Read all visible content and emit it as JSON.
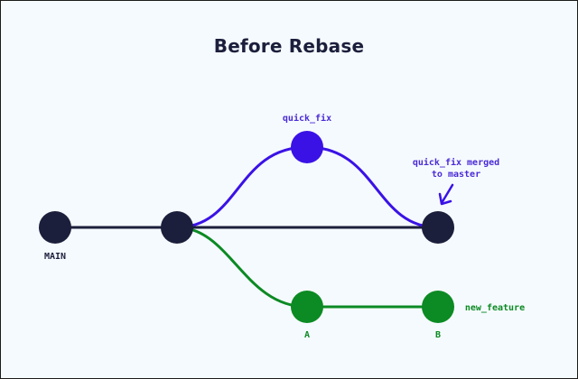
{
  "title": "Before Rebase",
  "labels": {
    "main": "MAIN",
    "quick_fix": "quick_fix",
    "merged_line1": "quick_fix merged",
    "merged_line2": "to master",
    "new_feature": "new_feature",
    "commit_a": "A",
    "commit_b": "B"
  },
  "colors": {
    "main": "#1c1f3b",
    "quick_fix": "#3a12e6",
    "quick_fix_label": "#4a2bd6",
    "new_feature": "#0c8a23",
    "background": "#f5faff"
  }
}
